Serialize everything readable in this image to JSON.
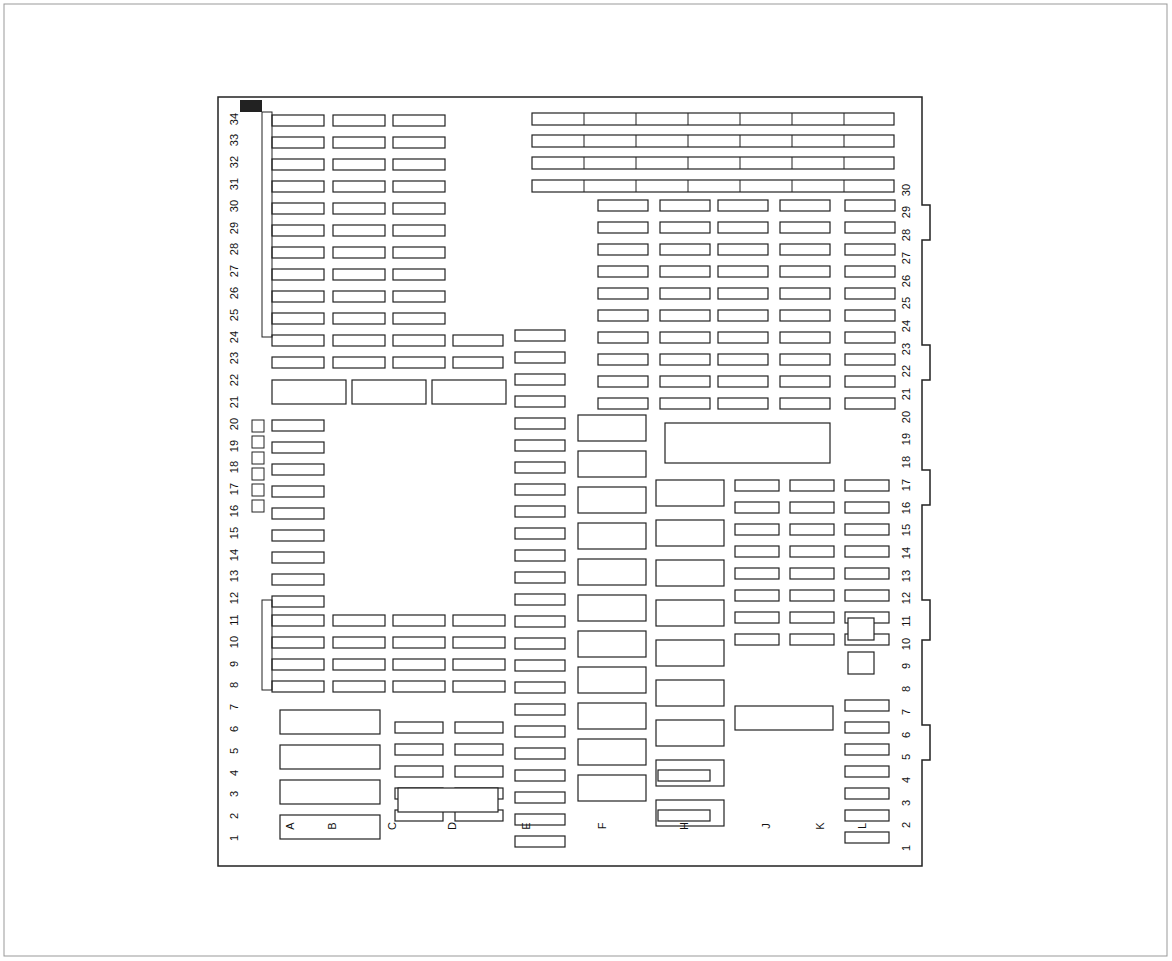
{
  "diagram": {
    "labels": [
      "1",
      "2",
      "3",
      "4",
      "5",
      "6",
      "7",
      "8",
      "9",
      "10",
      "11",
      "12",
      "13",
      "14",
      "15",
      "16",
      "17",
      "18",
      "19",
      "20",
      "21",
      "22",
      "23",
      "24",
      "25",
      "26",
      "27",
      "28",
      "29",
      "30",
      "31",
      "32",
      "33",
      "34",
      "A",
      "B",
      "C",
      "D",
      "E",
      "F",
      "H",
      "J",
      "K",
      "L",
      "1",
      "2",
      "3",
      "4",
      "5",
      "6",
      "7",
      "8",
      "9",
      "10",
      "11",
      "12",
      "13",
      "14",
      "15",
      "16",
      "17",
      "18",
      "19",
      "20",
      "21",
      "22",
      "23",
      "24",
      "25",
      "26",
      "27",
      "28",
      "29",
      "30"
    ]
  }
}
